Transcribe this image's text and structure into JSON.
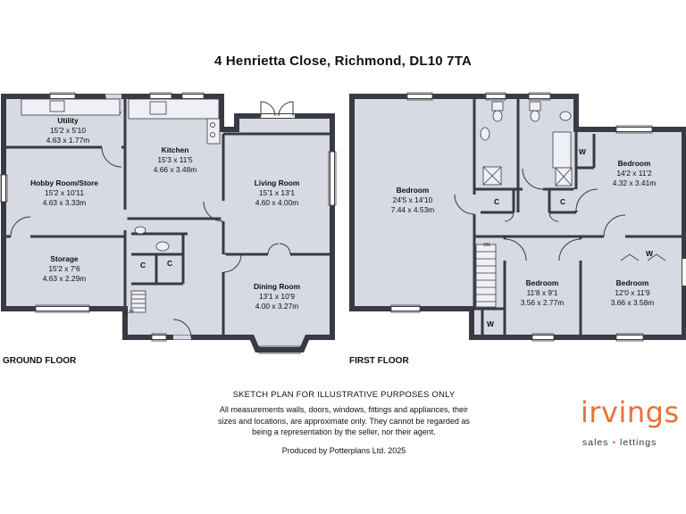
{
  "title": "4 Henrietta Close, Richmond, DL10 7TA",
  "floors": {
    "ground": "GROUND FLOOR",
    "first": "FIRST FLOOR"
  },
  "rooms": {
    "utility": {
      "name": "Utility",
      "imperial": "15'2 x 5'10",
      "metric": "4.63 x 1.77m"
    },
    "kitchen": {
      "name": "Kitchen",
      "imperial": "15'3 x 11'5",
      "metric": "4.66 x 3.48m"
    },
    "hobby": {
      "name": "Hobby Room/Store",
      "imperial": "15'2 x 10'11",
      "metric": "4.63 x 3.33m"
    },
    "living": {
      "name": "Living Room",
      "imperial": "15'1 x 13'1",
      "metric": "4.60 x 4.00m"
    },
    "storage": {
      "name": "Storage",
      "imperial": "15'2 x 7'6",
      "metric": "4.63 x 2.29m"
    },
    "dining": {
      "name": "Dining Room",
      "imperial": "13'1 x 10'9",
      "metric": "4.00 x 3.27m"
    },
    "bed_main": {
      "name": "Bedroom",
      "imperial": "24'5 x 14'10",
      "metric": "7.44 x 4.53m"
    },
    "bed_right": {
      "name": "Bedroom",
      "imperial": "14'2 x 11'2",
      "metric": "4.32 x 3.41m"
    },
    "bed_mid": {
      "name": "Bedroom",
      "imperial": "11'8 x 9'1",
      "metric": "3.56 x 2.77m"
    },
    "bed_low": {
      "name": "Bedroom",
      "imperial": "12'0 x 11'9",
      "metric": "3.66 x 3.58m"
    }
  },
  "markers": {
    "cupboard": "C",
    "wardrobe": "W",
    "up": "UP",
    "down": "DN"
  },
  "notes": {
    "heading": "SKETCH PLAN FOR ILLUSTRATIVE PURPOSES ONLY",
    "line1": "All measurements walls, doors, windows, fittings and appliances, their",
    "line2": "sizes and locations, are approximate only. They cannot be regarded as",
    "line3": "being a representation by the seller, nor their agent.",
    "produced": "Produced by Potterplans Ltd. 2025"
  },
  "logo": {
    "word": "irvings",
    "tag_left": "sales",
    "tag_right": "lettings",
    "color": "#e8703a"
  },
  "colors": {
    "wall": "#3a3a44",
    "floor": "#d7d9e3"
  }
}
